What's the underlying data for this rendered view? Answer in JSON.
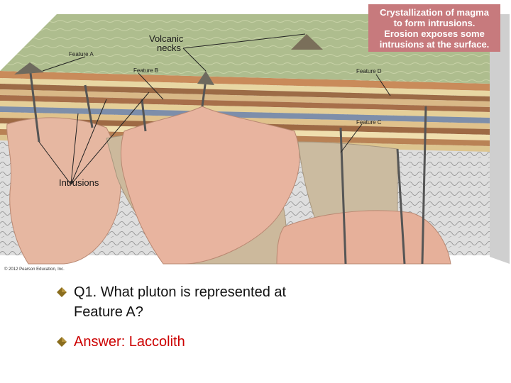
{
  "callout": {
    "line1": "Crystallization of magma",
    "line2": "to form intrusions.",
    "line3": "Erosion exposes some",
    "line4": "intrusions at the surface."
  },
  "labels": {
    "volcanic_necks_1": "Volcanic",
    "volcanic_necks_2": "necks",
    "feature_a": "Feature A",
    "feature_b": "Feature B",
    "feature_c": "Feature C",
    "feature_d": "Feature D",
    "intrusions": "Intrusions"
  },
  "copyright": "© 2012 Pearson Education, Inc.",
  "question": {
    "line1": "Q1. What pluton is represented at",
    "line2": "Feature A?"
  },
  "answer": "Answer: Laccolith",
  "colors": {
    "callout_bg": "#c77a7d",
    "answer_text": "#cc0000",
    "bullet": "#8a6d1e",
    "surface": "#a9b98a",
    "intrusion": "#e3b5a0"
  }
}
